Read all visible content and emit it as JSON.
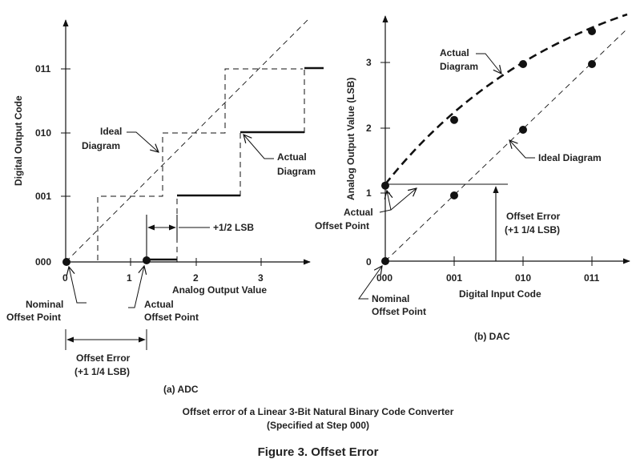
{
  "adc": {
    "y_axis_label": "Digital Output Code",
    "x_axis_label": "Analog Output Value",
    "y_ticks": [
      "000",
      "001",
      "010",
      "011"
    ],
    "x_ticks": [
      "0",
      "1",
      "2",
      "3"
    ],
    "ideal_label": [
      "Ideal",
      "Diagram"
    ],
    "actual_label": [
      "Actual",
      "Diagram"
    ],
    "half_lsb": "+1/2 LSB",
    "nominal_label": [
      "Nominal",
      "Offset Point"
    ],
    "actual_offset_label": [
      "Actual",
      "Offset Point"
    ],
    "offset_error_label": [
      "Offset Error",
      "(+1 1/4 LSB)"
    ],
    "subcaption": "(a) ADC"
  },
  "dac": {
    "y_axis_label": "Analog Output Value (LSB)",
    "x_axis_label": "Digital Input Code",
    "y_ticks": [
      "0",
      "1",
      "2",
      "3"
    ],
    "x_ticks": [
      "000",
      "001",
      "010",
      "011"
    ],
    "actual_label": [
      "Actual",
      "Diagram"
    ],
    "ideal_label": "Ideal Diagram",
    "actual_offset_label": [
      "Actual",
      "Offset Point"
    ],
    "nominal_label": [
      "Nominal",
      "Offset Point"
    ],
    "offset_error_label": [
      "Offset Error",
      "(+1 1/4 LSB)"
    ],
    "subcaption": "(b) DAC",
    "actual_points": [
      1.15,
      2.15,
      3.0,
      3.5
    ],
    "ideal_points": [
      0,
      1,
      2,
      3
    ]
  },
  "caption": {
    "line1": "Offset error of a Linear 3-Bit Natural Binary Code Converter",
    "line2": "(Specified at Step 000)",
    "figure": "Figure 3.  Offset Error"
  }
}
